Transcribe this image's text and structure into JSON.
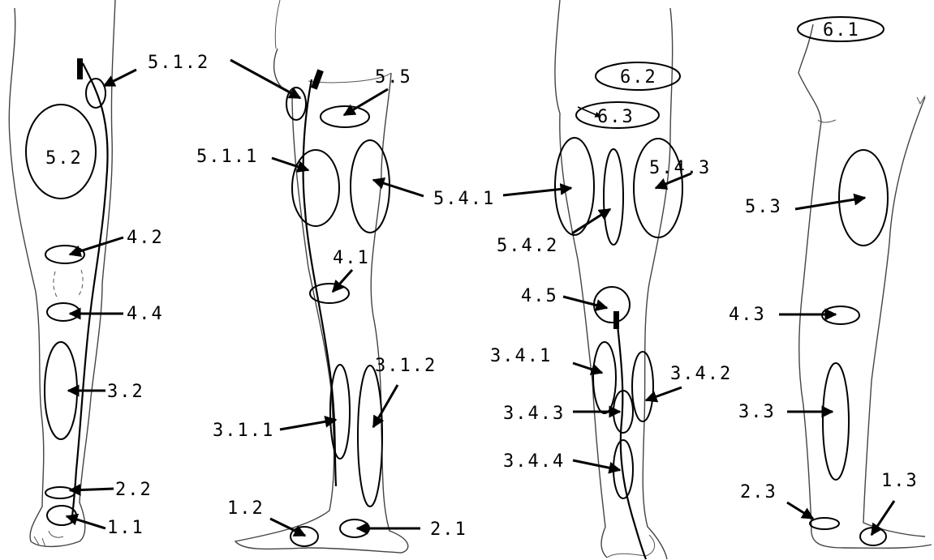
{
  "labels": {
    "l_5_1_2": "5.1.2",
    "l_5_5": "5.5",
    "l_6_1": "6.1",
    "l_6_2": "6.2",
    "l_6_3": "6.3",
    "l_5_2": "5.2",
    "l_5_1_1": "5.1.1",
    "l_5_4_1": "5.4.1",
    "l_5_4_2": "5.4.2",
    "l_5_4_3": "5.4.3",
    "l_5_3": "5.3",
    "l_4_2": "4.2",
    "l_4_1": "4.1",
    "l_4_4": "4.4",
    "l_4_5": "4.5",
    "l_4_3": "4.3",
    "l_3_2": "3.2",
    "l_3_1_2": "3.1.2",
    "l_3_1_1": "3.1.1",
    "l_3_4_1": "3.4.1",
    "l_3_4_2": "3.4.2",
    "l_3_4_3": "3.4.3",
    "l_3_4_4": "3.4.4",
    "l_3_3": "3.3",
    "l_2_2": "2.2",
    "l_2_1": "2.1",
    "l_2_3": "2.3",
    "l_1_1": "1.1",
    "l_1_2": "1.2",
    "l_1_3": "1.3"
  }
}
